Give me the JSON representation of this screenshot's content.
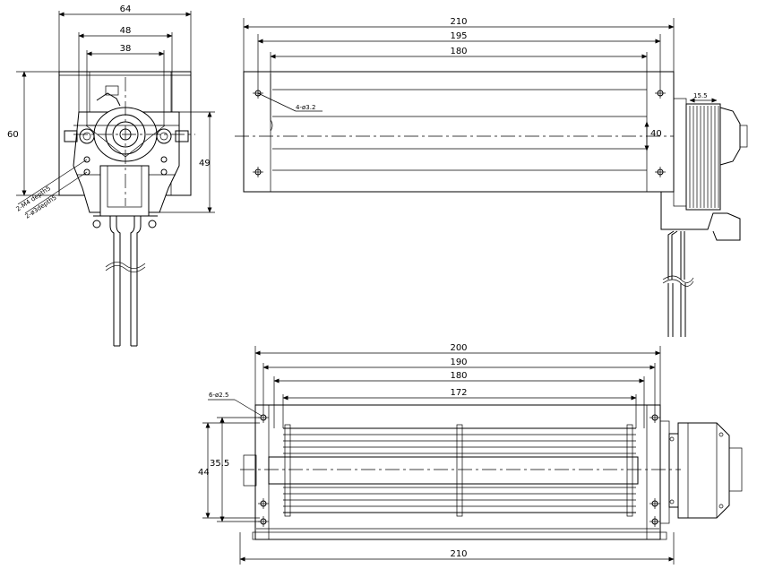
{
  "front_view": {
    "dims": {
      "w64": "64",
      "w48": "48",
      "w38": "38",
      "h60": "60",
      "h49": "49"
    },
    "notes": {
      "n1": "2-M4 depth5",
      "n2": "2-ø3depth5"
    }
  },
  "side_view": {
    "dims": {
      "w210": "210",
      "w195": "195",
      "w180": "180",
      "h40": "40",
      "m15": "15.5"
    },
    "notes": {
      "holes": "4-ø3.2"
    }
  },
  "bottom_view": {
    "dims": {
      "w200": "200",
      "w190": "190",
      "w180": "180",
      "w172": "172",
      "h35": "35.5",
      "h44": "44",
      "w210": "210"
    },
    "notes": {
      "holes": "6-ø2.5"
    }
  }
}
